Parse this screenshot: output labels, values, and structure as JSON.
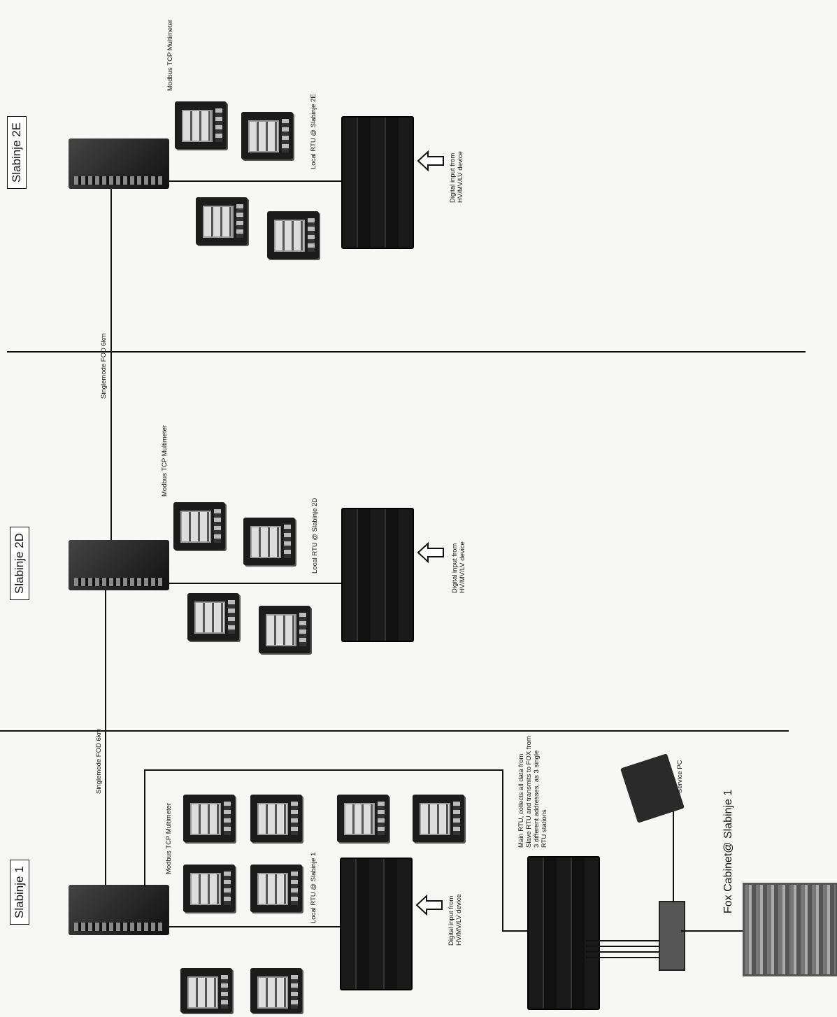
{
  "stations": {
    "s1": "Slabinje 1",
    "s2d": "Slabinje 2D",
    "s2e": "Slabinje 2E"
  },
  "labels": {
    "modbus_1": "Modbus TCP Multimeter",
    "modbus_2d": "Modbus TCP Multimeter",
    "modbus_2e": "Modbus TCP Multimeter",
    "rtu_1": "Local RTU @ Slabinje 1",
    "rtu_2d": "Local RTU @ Slabinje 2D",
    "rtu_2e": "Local RTU @ Slabinje 2E",
    "di_line1": "Digital input from",
    "di_line2": "HV/MV/LV device",
    "fiber_1": "Singlemode FOD 6km",
    "fiber_2": "Singlemode FOD 6km",
    "main_rtu": "Main RTU, collects all data from Slave RTU and transmits to FOX from 3 different addresses, as 3 single RTU stations",
    "service_pc": "Service PC",
    "fox_cabinet": "Fox Cabinet@ Slabinje 1"
  },
  "icons": [
    "ethernet-switch-icon",
    "multimeter-icon",
    "rtu-icon",
    "arrow-icon",
    "laptop-icon",
    "fox-cabinet-icon"
  ]
}
